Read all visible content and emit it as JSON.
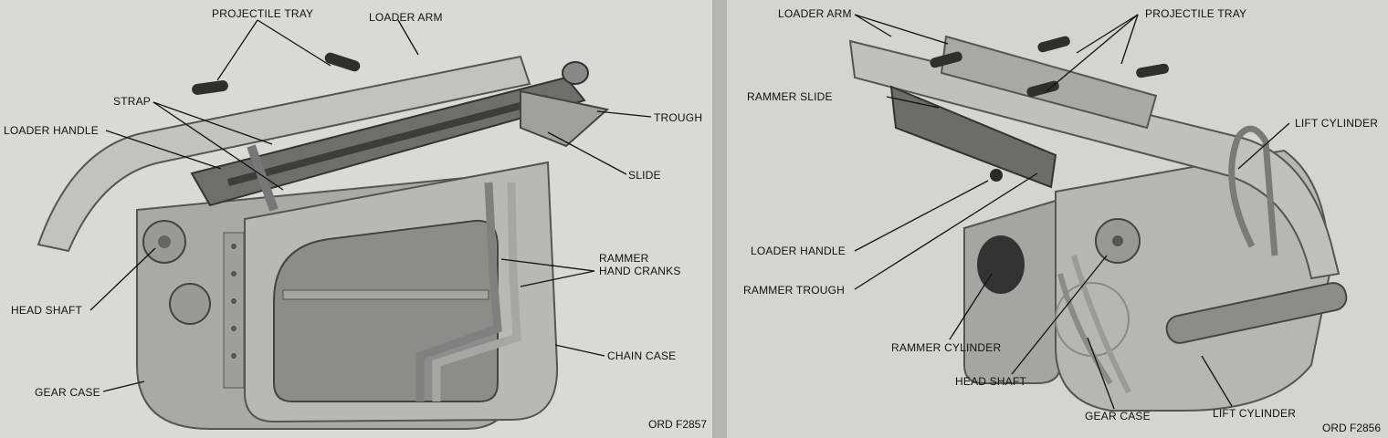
{
  "left_figure": {
    "labels": {
      "projectile_tray": "PROJECTILE TRAY",
      "loader_arm": "LOADER ARM",
      "strap": "STRAP",
      "loader_handle": "LOADER HANDLE",
      "trough": "TROUGH",
      "slide": "SLIDE",
      "rammer_hand_cranks_1": "RAMMER",
      "rammer_hand_cranks_2": "HAND CRANKS",
      "head_shaft": "HEAD SHAFT",
      "chain_case": "CHAIN CASE",
      "gear_case": "GEAR CASE"
    },
    "figure_number": "ORD F2857"
  },
  "right_figure": {
    "labels": {
      "loader_arm": "LOADER ARM",
      "projectile_tray": "PROJECTILE TRAY",
      "rammer_slide": "RAMMER SLIDE",
      "lift_cylinder_top": "LIFT CYLINDER",
      "loader_handle": "LOADER HANDLE",
      "rammer_trough": "RAMMER TROUGH",
      "rammer_cylinder": "RAMMER CYLINDER",
      "head_shaft": "HEAD SHAFT",
      "gear_case": "GEAR CASE",
      "lift_cylinder_bottom": "LIFT CYLINDER"
    },
    "figure_number": "ORD F2856"
  }
}
